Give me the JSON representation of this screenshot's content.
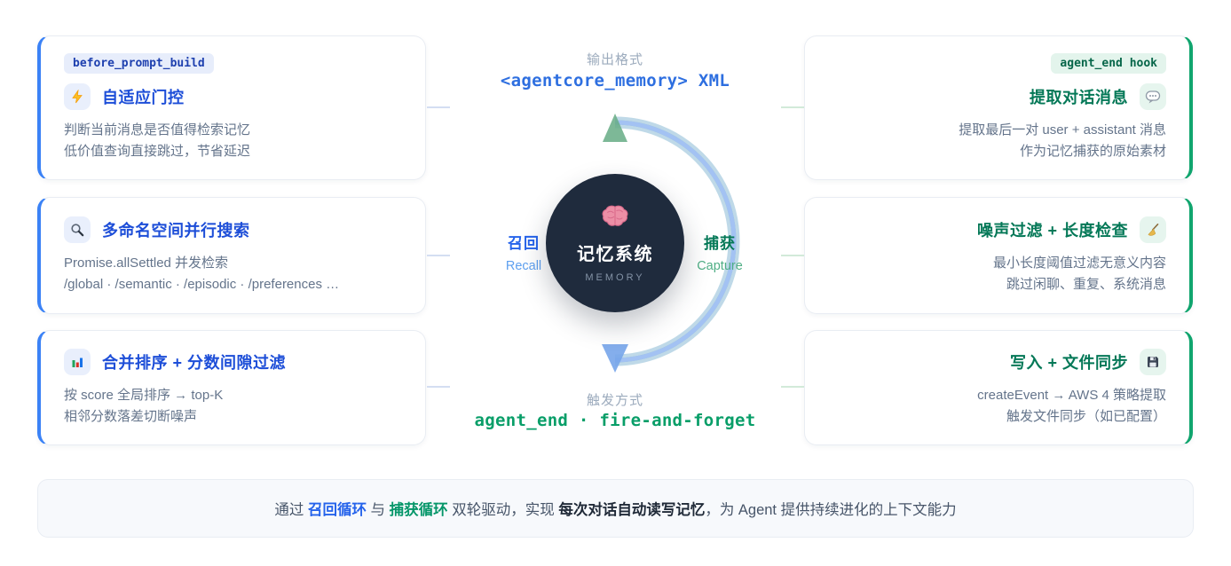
{
  "accent": {
    "blue": "#2563eb",
    "green": "#059669",
    "blue_card_border": "#3b82f6",
    "green_card_border": "#10a56e",
    "hub_background": "#1f2b3d"
  },
  "center": {
    "top_label": "输出格式",
    "top_value": "<agentcore_memory> XML",
    "bottom_label": "触发方式",
    "bottom_value": "agent_end · fire-and-forget",
    "hub_icon": "brain-icon",
    "hub_title": "记忆系统",
    "hub_subtitle": "MEMORY",
    "recall_zh": "召回",
    "recall_en": "Recall",
    "capture_zh": "捕获",
    "capture_en": "Capture"
  },
  "left_cards": [
    {
      "badge": "before_prompt_build",
      "icon": "zap-icon",
      "title": "自适应门控",
      "desc": [
        "判断当前消息是否值得检索记忆",
        "低价值查询直接跳过，节省延迟"
      ]
    },
    {
      "icon": "magnifier-icon",
      "title": "多命名空间并行搜索",
      "desc": [
        "Promise.allSettled 并发检索",
        "/global · /semantic · /episodic · /preferences …"
      ]
    },
    {
      "icon": "bar-chart-icon",
      "title": "合并排序 + 分数间隙过滤",
      "desc": [
        "按 score 全局排序 → top-K",
        "相邻分数落差切断噪声"
      ]
    }
  ],
  "right_cards": [
    {
      "badge": "agent_end hook",
      "icon": "speech-bubble-icon",
      "title": "提取对话消息",
      "desc": [
        "提取最后一对 user + assistant 消息",
        "作为记忆捕获的原始素材"
      ]
    },
    {
      "icon": "broom-icon",
      "title": "噪声过滤 + 长度检查",
      "desc": [
        "最小长度阈值过滤无意义内容",
        "跳过闲聊、重复、系统消息"
      ]
    },
    {
      "icon": "floppy-disk-icon",
      "title": "写入 + 文件同步",
      "desc": [
        "createEvent → AWS 4 策略提取",
        "触发文件同步（如已配置）"
      ]
    }
  ],
  "footer": {
    "segments": [
      {
        "text": "通过 "
      },
      {
        "text": "召回循环"
      },
      {
        "text": " 与 "
      },
      {
        "text": "捕获循环"
      },
      {
        "text": " 双轮驱动，实现 "
      },
      {
        "text": "每次对话自动读写记忆"
      },
      {
        "text": "，为 Agent 提供持续进化的上下文能力"
      }
    ]
  }
}
